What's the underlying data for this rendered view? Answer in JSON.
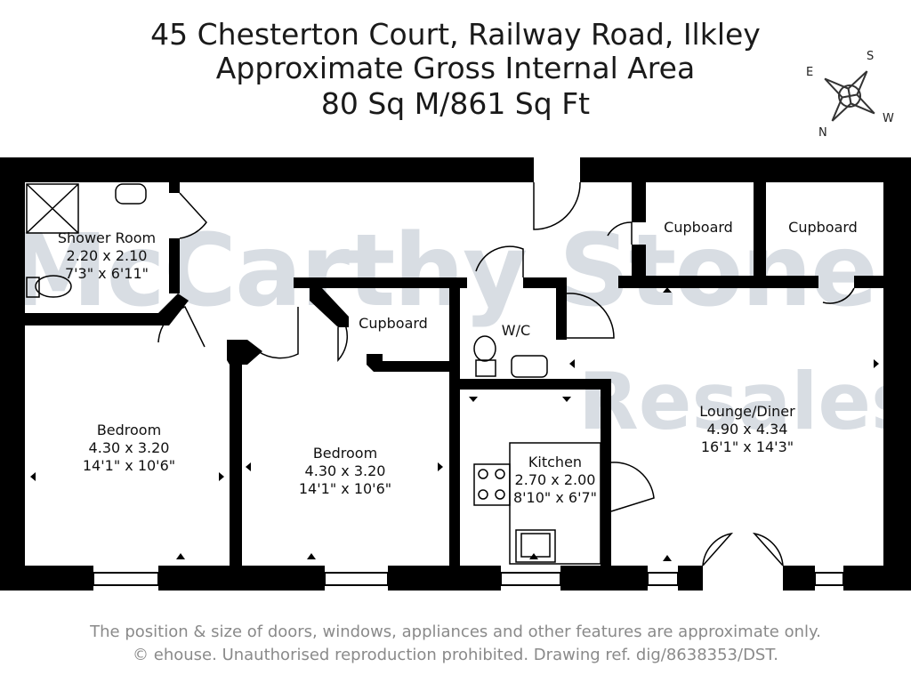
{
  "header": {
    "address": "45 Chesterton Court, Railway Road, Ilkley",
    "area_title": "Approximate Gross Internal Area",
    "area_value": "80 Sq M/861 Sq Ft"
  },
  "compass": {
    "n": "N",
    "e": "E",
    "s": "S",
    "w": "W"
  },
  "watermark": {
    "line1": "McCarthy Stone",
    "line2": "Resales"
  },
  "rooms": {
    "shower": {
      "name": "Shower Room",
      "metric": "2.20 x 2.10",
      "imperial": "7'3\" x 6'11\""
    },
    "bedroom1": {
      "name": "Bedroom",
      "metric": "4.30 x 3.20",
      "imperial": "14'1\" x 10'6\""
    },
    "bedroom2": {
      "name": "Bedroom",
      "metric": "4.30 x 3.20",
      "imperial": "14'1\" x 10'6\""
    },
    "cupboard_mid": {
      "name": "Cupboard"
    },
    "wc": {
      "name": "W/C"
    },
    "cupboard_a": {
      "name": "Cupboard"
    },
    "cupboard_b": {
      "name": "Cupboard"
    },
    "kitchen": {
      "name": "Kitchen",
      "metric": "2.70 x 2.00",
      "imperial": "8'10\" x 6'7\""
    },
    "lounge": {
      "name": "Lounge/Diner",
      "metric": "4.90 x 4.34",
      "imperial": "16'1\" x 14'3\""
    }
  },
  "footer": {
    "line1": "The position & size of doors, windows, appliances and other features are approximate only.",
    "line2": "© ehouse. Unauthorised reproduction prohibited. Drawing ref. dig/8638353/DST."
  }
}
